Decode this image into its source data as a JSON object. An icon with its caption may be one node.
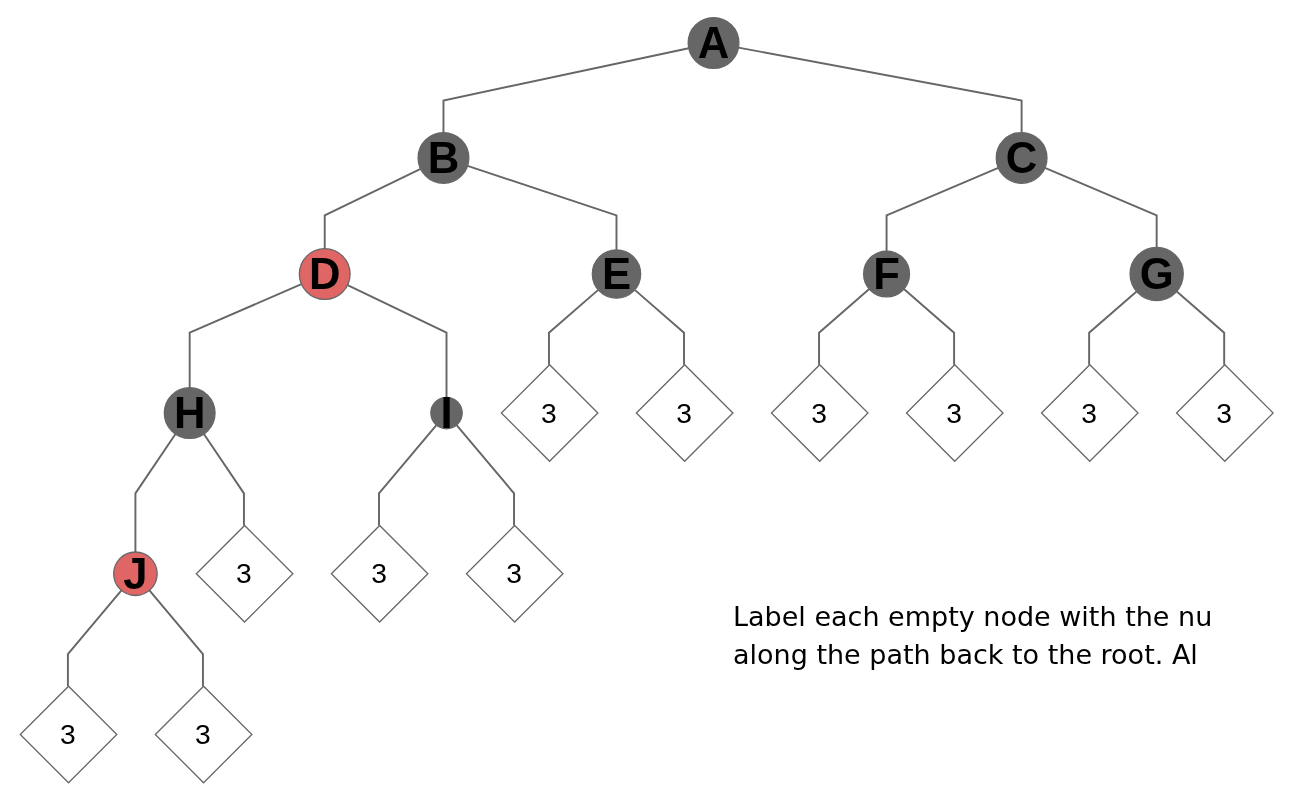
{
  "diagram": {
    "nodes": [
      {
        "text": [
          "A"
        ]
      },
      {
        "text": [
          "B"
        ]
      },
      {
        "text": [
          "C"
        ]
      },
      {
        "text": [
          "D"
        ]
      },
      {
        "text": [
          "E"
        ]
      },
      {
        "text": [
          "F"
        ]
      },
      {
        "text": [
          "G"
        ]
      },
      {
        "text": [
          "H"
        ]
      },
      {
        "text": [
          "I"
        ]
      },
      {
        "text": [
          "3"
        ]
      },
      {
        "text": [
          "3"
        ]
      },
      {
        "text": [
          "3"
        ]
      },
      {
        "text": [
          "3"
        ]
      },
      {
        "text": [
          "3"
        ]
      },
      {
        "text": [
          "3"
        ]
      },
      {
        "text": [
          "J"
        ]
      },
      {
        "text": [
          "3"
        ]
      },
      {
        "text": [
          "3"
        ]
      },
      {
        "text": [
          "3"
        ]
      },
      {
        "text": [
          "3"
        ]
      },
      {
        "text": [
          "3"
        ]
      }
    ],
    "edges": [
      {
        "from": 0,
        "to": 1,
        "arrow": "none"
      },
      {
        "from": 0,
        "to": 2,
        "arrow": "none"
      },
      {
        "from": 1,
        "to": 3,
        "arrow": "none"
      },
      {
        "from": 1,
        "to": 4,
        "arrow": "none"
      },
      {
        "from": 2,
        "to": 5,
        "arrow": "none"
      },
      {
        "from": 2,
        "to": 6,
        "arrow": "none"
      },
      {
        "from": 3,
        "to": 7,
        "arrow": "none"
      },
      {
        "from": 3,
        "to": 8,
        "arrow": "none"
      },
      {
        "from": 4,
        "to": 9,
        "arrow": "none"
      },
      {
        "from": 4,
        "to": 10,
        "arrow": "none"
      },
      {
        "from": 5,
        "to": 11,
        "arrow": "none"
      },
      {
        "from": 5,
        "to": 12,
        "arrow": "none"
      },
      {
        "from": 6,
        "to": 13,
        "arrow": "none"
      },
      {
        "from": 6,
        "to": 14,
        "arrow": "none"
      },
      {
        "from": 7,
        "to": 15,
        "arrow": "none"
      },
      {
        "from": 7,
        "to": 16,
        "arrow": "none"
      },
      {
        "from": 8,
        "to": 17,
        "arrow": "none"
      },
      {
        "from": 8,
        "to": 18,
        "arrow": "none"
      },
      {
        "from": 15,
        "to": 19,
        "arrow": "none"
      },
      {
        "from": 15,
        "to": 20,
        "arrow": "none"
      }
    ],
    "labels": [
      "Label each empty node with the nu along the path back to the root. Al"
    ]
  }
}
